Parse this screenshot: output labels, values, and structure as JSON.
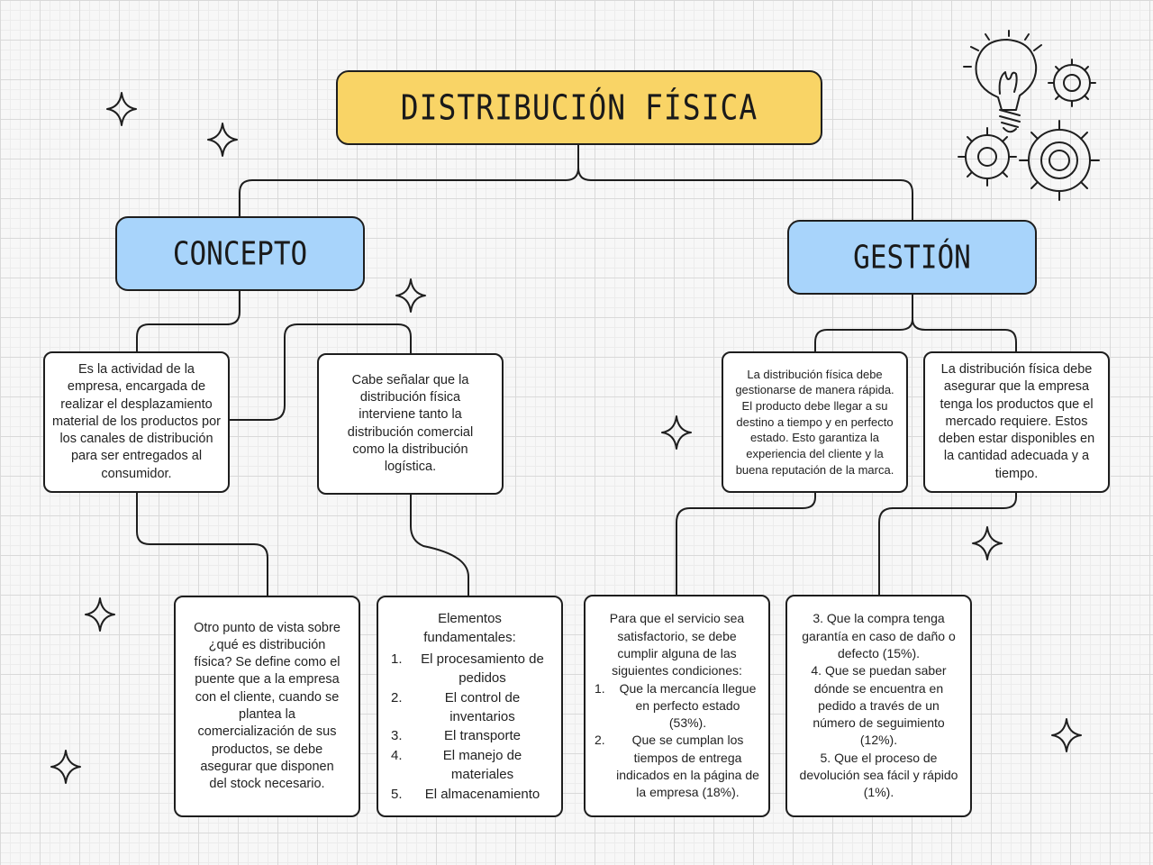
{
  "title": "DISTRIBUCIÓN FÍSICA",
  "concepto": {
    "heading": "CONCEPTO",
    "definition": "Es la actividad de la empresa, encargada de realizar el desplazamiento material de los productos por los canales de distribución para ser entregados al consumidor.",
    "note": "Cabe señalar que la distribución física interviene tanto la distribución comercial como la distribución logística.",
    "viewpoint": "Otro punto de vista sobre ¿qué es distribución física? Se define como el puente que a la empresa con el cliente, cuando se plantea la comercialización de sus productos, se debe asegurar que disponen del stock necesario.",
    "elements": {
      "lead": "Elementos fundamentales:",
      "items": [
        {
          "num": "1.",
          "text": "El procesamiento de pedidos"
        },
        {
          "num": "2.",
          "text": "El control de inventarios"
        },
        {
          "num": "3.",
          "text": "El transporte"
        },
        {
          "num": "4.",
          "text": "El manejo de materiales"
        },
        {
          "num": "5.",
          "text": "El almacenamiento"
        }
      ]
    }
  },
  "gestion": {
    "heading": "GESTIÓN",
    "speed": "La distribución física debe gestionarse de manera rápida. El producto debe llegar a su destino a tiempo y en perfecto estado. Esto garantiza la experiencia del cliente y la buena reputación de la marca.",
    "supply": "La distribución física debe asegurar que la empresa tenga los productos que el mercado requiere. Estos deben estar disponibles en la cantidad adecuada y a tiempo.",
    "conditions": {
      "lead": "Para que el servicio sea satisfactorio, se debe cumplir alguna de las siguientes condiciones:",
      "items": [
        {
          "num": "1.",
          "text": "Que la mercancía llegue en perfecto estado (53%)."
        },
        {
          "num": "2.",
          "text": "Que se cumplan los tiempos de entrega indicados en la página de la empresa (18%)."
        }
      ]
    },
    "more_conditions": [
      "3. Que la compra tenga garantía en caso de daño o defecto (15%).",
      "4. Que se puedan saber dónde se encuentra en pedido a través de un número de seguimiento (12%).",
      "5. Que el proceso de devolución sea fácil y rápido (1%)."
    ]
  },
  "decor": {
    "accent_title": "#f9d466",
    "accent_heading": "#a8d4fb",
    "icons": [
      "sparkle-icon",
      "lightbulb-icon",
      "gear-icon"
    ]
  }
}
